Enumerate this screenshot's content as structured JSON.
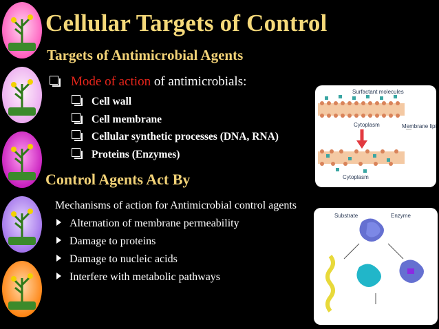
{
  "slide": {
    "title": "Cellular Targets of Control",
    "section1_heading": "Targets of Antimicrobial Agents",
    "mode_highlight": "Mode of action",
    "mode_rest": " of antimicrobials:",
    "targets": [
      "Cell wall",
      "Cell membrane",
      "Cellular synthetic processes (DNA, RNA)",
      "Proteins (Enzymes)"
    ],
    "section2_heading": "Control Agents Act By",
    "mechanisms_intro": "Mechanisms of action for Antimicrobial control agents",
    "actions": [
      "Alternation of membrane permeability",
      "Damage to proteins",
      "Damage to nucleic acids",
      "Interfere with metabolic pathways"
    ]
  },
  "figure_membrane": {
    "labels": [
      "Surfactant molecules",
      "Membrane lipids",
      "Cytoplasm",
      "Cytoplasm"
    ]
  },
  "figure_protein": {
    "labels": [
      "Enzyme",
      "Substrate"
    ]
  },
  "colors": {
    "title": "#f5d97a",
    "highlight": "#e8251b",
    "text": "#ffffff",
    "background": "#000000",
    "badges": [
      "#ff7ac8",
      "#f2a6f0",
      "#d81fc9",
      "#b47ff0",
      "#ff8a1a"
    ]
  },
  "icons": [
    "logo-badge-icon",
    "checkbox-bullet-icon",
    "arrow-bullet-icon"
  ]
}
